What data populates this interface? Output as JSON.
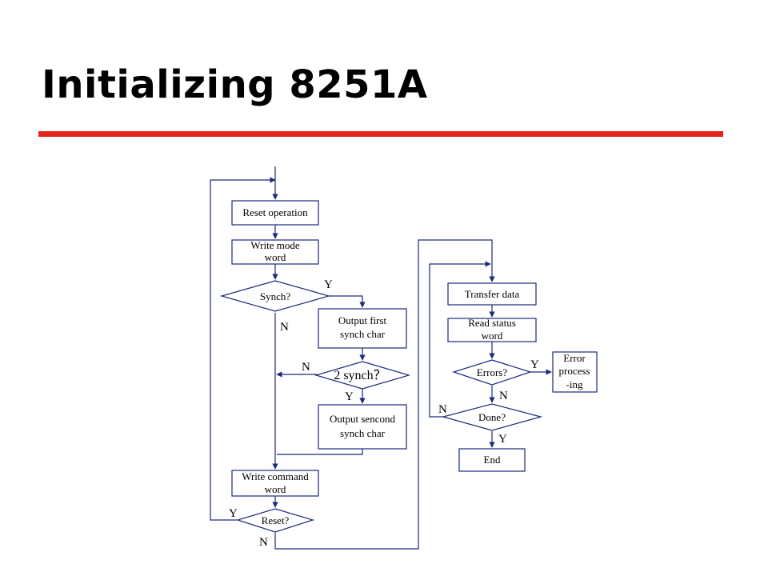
{
  "slide": {
    "title": "Initializing 8251A",
    "accent_color": "#e8211b",
    "line_color": "#1c2a7a"
  },
  "flowchart_left": {
    "reset_operation": "Reset operation",
    "write_mode_1": "Write mode",
    "write_mode_2": "word",
    "synch_q": "Synch?",
    "synch_y": "Y",
    "synch_n": "N",
    "out_first_1": "Output first",
    "out_first_2": "synch char",
    "two_synch_q": "2 synch？",
    "two_synch_n": "N",
    "two_synch_y": "Y",
    "out_second_1": "Output sencond",
    "out_second_2": "synch char",
    "write_cmd_1": "Write command",
    "write_cmd_2": "word",
    "reset_q": "Reset?",
    "reset_y": "Y",
    "reset_n": "N"
  },
  "flowchart_right": {
    "transfer_data": "Transfer data",
    "read_status_1": "Read status",
    "read_status_2": "word",
    "errors_q": "Errors?",
    "errors_y": "Y",
    "errors_n": "N",
    "error_proc_1": "Error",
    "error_proc_2": "process",
    "error_proc_3": "-ing",
    "done_q": "Done?",
    "done_n": "N",
    "done_y": "Y",
    "end": "End"
  }
}
